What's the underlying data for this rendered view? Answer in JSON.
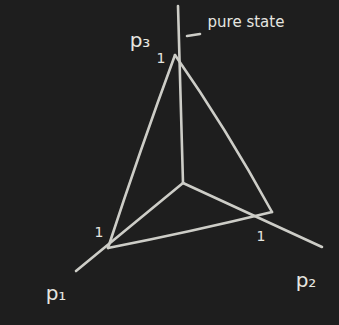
{
  "diagram": {
    "labels": [
      "p₃",
      "1",
      "pure state",
      "1",
      "p₁",
      "1",
      "p₂"
    ]
  }
}
